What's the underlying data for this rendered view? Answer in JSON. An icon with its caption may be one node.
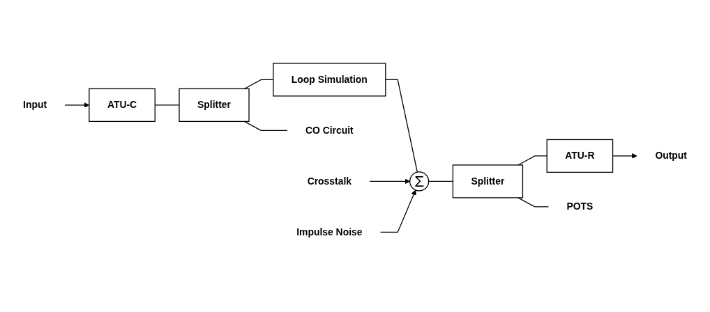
{
  "diagram": {
    "nodes": [
      {
        "text": [
          "Input"
        ]
      },
      {
        "text": [
          "ATU-C"
        ]
      },
      {
        "text": [
          "Splitter"
        ]
      },
      {
        "text": [
          "Loop Simulation"
        ]
      },
      {
        "text": [
          "Σ"
        ]
      },
      {
        "text": [
          "Splitter"
        ]
      },
      {
        "text": [
          "ATU-R"
        ]
      },
      {
        "text": [
          "Output"
        ]
      },
      {
        "text": [
          "CO Circuit"
        ]
      },
      {
        "text": [
          "Crosstalk"
        ]
      },
      {
        "text": [
          "Impulse Noise"
        ]
      },
      {
        "text": [
          "POTS"
        ]
      }
    ],
    "edges": [
      {
        "from": 0,
        "to": 1,
        "arrow": "to"
      },
      {
        "from": 1,
        "to": 2,
        "arrow": "none"
      },
      {
        "from": 2,
        "to": 3,
        "arrow": "none"
      },
      {
        "from": 3,
        "to": 4,
        "arrow": "none"
      },
      {
        "from": 4,
        "to": 5,
        "arrow": "none"
      },
      {
        "from": 5,
        "to": 6,
        "arrow": "none"
      },
      {
        "from": 6,
        "to": 7,
        "arrow": "to"
      },
      {
        "from": 2,
        "to": 8,
        "arrow": "none"
      },
      {
        "from": 9,
        "to": 4,
        "arrow": "to"
      },
      {
        "from": 10,
        "to": 4,
        "arrow": "to"
      },
      {
        "from": 5,
        "to": 11,
        "arrow": "none"
      }
    ]
  }
}
